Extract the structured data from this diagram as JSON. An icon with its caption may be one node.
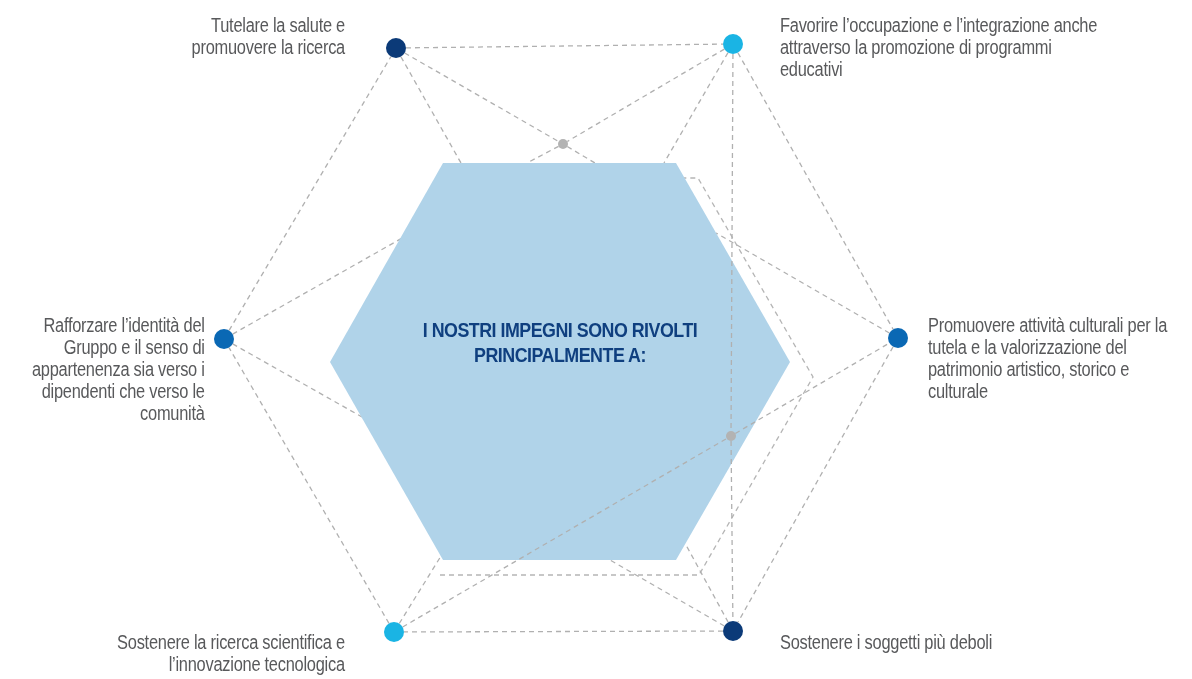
{
  "diagram": {
    "nodes": [
      {
        "text": [],
        "shape": "circle",
        "beside": [
          "Tutelare la salute e promuovere la ricerca"
        ]
      },
      {
        "text": [],
        "shape": "circle",
        "beside": [
          "Favorire l’occupazione e l’integrazione anche attraverso la promozione di programmi educativi"
        ]
      },
      {
        "text": [],
        "shape": "circle"
      },
      {
        "text": [],
        "shape": "circle",
        "beside": [
          "Rafforzare l’identità del Gruppo e il senso di appartenenza sia verso i dipendenti che verso le comunità"
        ]
      },
      {
        "text": [
          "I NOSTRI IMPEGNI SONO RIVOLTI PRINCIPALMENTE A:"
        ]
      },
      {
        "text": [],
        "shape": "circle",
        "in": 4
      },
      {
        "text": [],
        "shape": "circle",
        "beside": [
          "Promuovere attività culturali per la tutela e la valorizzazione del patrimonio artistico, storico e culturale"
        ]
      },
      {
        "text": [],
        "shape": "circle",
        "beside": [
          "Sostenere la ricerca scientifica e l’innovazione tecnologica"
        ]
      },
      {
        "text": [],
        "shape": "circle",
        "beside": [
          "Sostenere i soggetti più deboli"
        ]
      }
    ],
    "edges": [
      {
        "from": 0,
        "to": 1,
        "arrow": "none",
        "style": "dashed"
      },
      {
        "from": 1,
        "to": 6,
        "arrow": "none",
        "style": "dashed"
      },
      {
        "from": 6,
        "to": 8,
        "arrow": "none",
        "style": "dashed"
      },
      {
        "from": 8,
        "to": 7,
        "arrow": "none",
        "style": "dashed"
      },
      {
        "from": 7,
        "to": 3,
        "arrow": "none",
        "style": "dashed"
      },
      {
        "from": 3,
        "to": 0,
        "arrow": "none",
        "style": "dashed"
      },
      {
        "from": 0,
        "to": 2,
        "arrow": "none",
        "style": "dashed"
      },
      {
        "from": 1,
        "to": 2,
        "arrow": "none",
        "style": "dashed"
      },
      {
        "from": 2,
        "to": 4,
        "arrow": "none",
        "style": "dashed"
      },
      {
        "from": 2,
        "to": 4,
        "arrow": "none",
        "style": "dashed"
      },
      {
        "from": 3,
        "to": 4,
        "arrow": "none",
        "style": "dashed"
      },
      {
        "from": 3,
        "to": 4,
        "arrow": "none",
        "style": "dashed"
      },
      {
        "from": 0,
        "to": 4,
        "arrow": "none",
        "style": "dashed"
      },
      {
        "from": 1,
        "to": 4,
        "arrow": "none",
        "style": "dashed"
      },
      {
        "from": 6,
        "to": 4,
        "arrow": "none",
        "style": "dashed"
      },
      {
        "from": 8,
        "to": 4,
        "arrow": "none",
        "style": "dashed"
      },
      {
        "from": 8,
        "to": 4,
        "arrow": "none",
        "style": "dashed"
      },
      {
        "from": 7,
        "to": 4,
        "arrow": "none",
        "style": "dashed"
      },
      {
        "from": 1,
        "to": 5,
        "arrow": "none",
        "style": "dashed"
      },
      {
        "from": 5,
        "to": 8,
        "arrow": "none",
        "style": "dashed"
      },
      {
        "from": 7,
        "to": 5,
        "arrow": "none",
        "style": "dashed"
      },
      {
        "from": 5,
        "to": 6,
        "arrow": "none",
        "style": "dashed"
      }
    ]
  }
}
